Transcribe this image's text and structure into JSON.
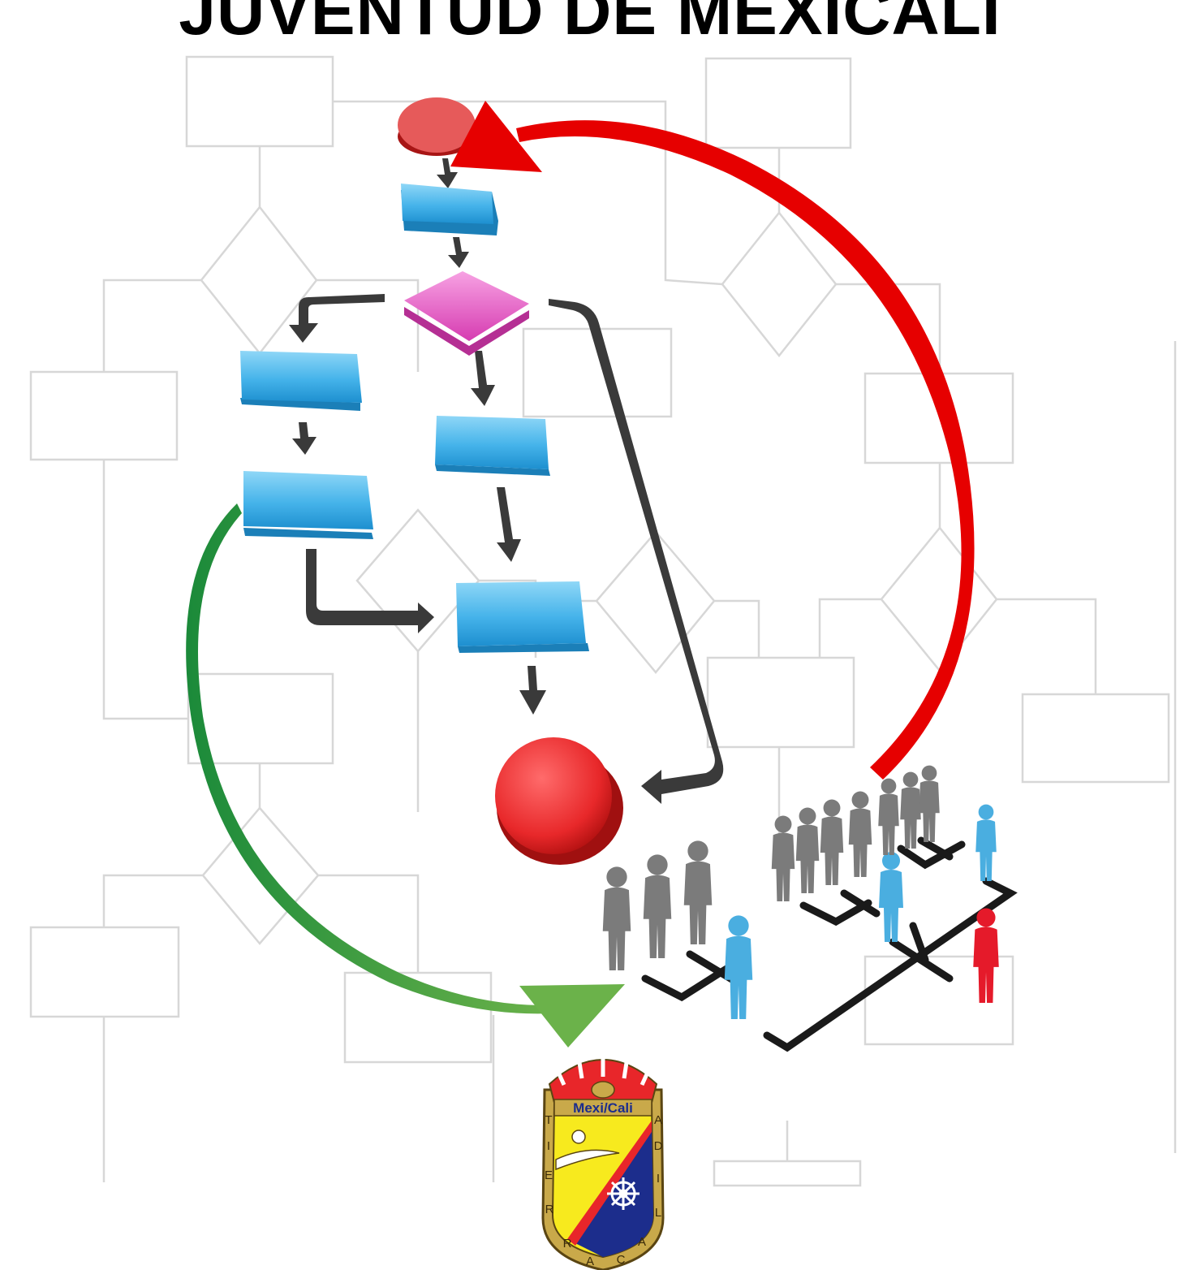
{
  "header": {
    "title": "JUVENTUD DE MEXICALI"
  },
  "emblem": {
    "banner_text": "Mexi/Cali",
    "left_border_letters": [
      "T",
      "I",
      "E",
      "R",
      "R"
    ],
    "right_border_letters": [
      "A",
      "C",
      "A",
      "L",
      "I",
      "D",
      "A"
    ],
    "colors": {
      "top": "#e8262a",
      "left": "#f7ea1e",
      "right": "#1c2d8c",
      "border": "#c9a94a"
    }
  },
  "colors": {
    "terminal": "#e8282a",
    "process": "#47b4ea",
    "decision": "#e653c3",
    "flow_arrow": "#333333",
    "feedback_arrow": "#e60000",
    "handoff_arrow": "#2f9e3f",
    "org_person_gray": "#7b7b7b",
    "org_person_blue": "#4aaee0",
    "org_person_red": "#e51a2a"
  },
  "illustration": {
    "main": "flowchart-3d",
    "background": "faded-flowchart",
    "group": "organization-chart-people"
  }
}
